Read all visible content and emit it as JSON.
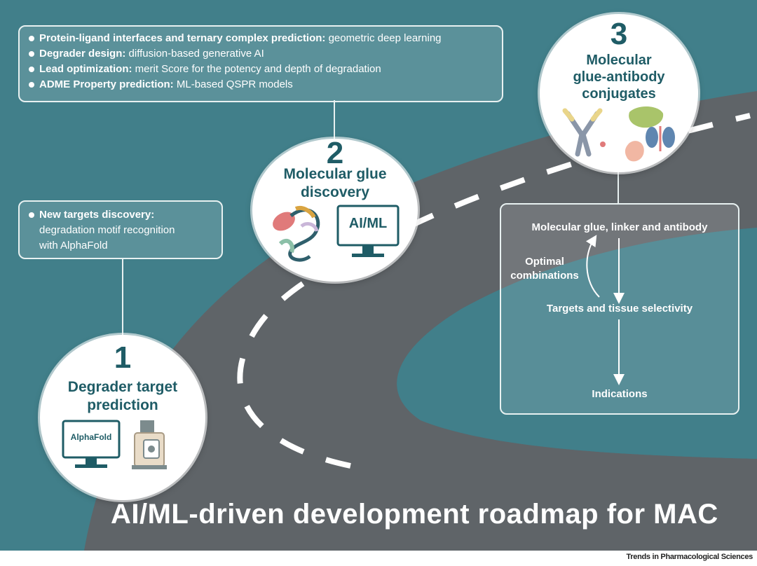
{
  "title": "AI/ML-driven development roadmap for MAC",
  "credit": "Trends in Pharmacological Sciences",
  "colors": {
    "background": "#417f8a",
    "road": "#5f6468",
    "accent_dark": "#1f5c66",
    "line": "#e8f1f1"
  },
  "stage1": {
    "number": "1",
    "title_line1": "Degrader target",
    "title_line2": "prediction",
    "monitor_label": "AlphaFold",
    "bullet": {
      "bold": "New targets discovery:",
      "text_line2": "degradation motif recognition",
      "text_line3": "with AlphaFold"
    }
  },
  "stage2": {
    "number": "2",
    "title_line1": "Molecular glue",
    "title_line2": "discovery",
    "monitor_label": "AI/ML",
    "bullets": [
      {
        "bold": "Protein-ligand interfaces and ternary complex prediction:",
        "text": " geometric deep learning"
      },
      {
        "bold": "Degrader design:",
        "text": " diffusion-based generative AI"
      },
      {
        "bold": "Lead optimization:",
        "text": " merit Score for the potency and depth of degradation"
      },
      {
        "bold": "ADME Property prediction:",
        "text": " ML-based QSPR models"
      }
    ]
  },
  "stage3": {
    "number": "3",
    "title_line1": "Molecular",
    "title_line2": "glue-antibody",
    "title_line3": "conjugates",
    "icons": [
      "antibody-icon",
      "liver-icon",
      "kidney-icon",
      "tumor-organ-icon"
    ],
    "flow": {
      "top": "Molecular glue, linker and antibody",
      "loop_line1": "Optimal",
      "loop_line2": "combinations",
      "middle": "Targets and tissue selectivity",
      "bottom": "Indications"
    }
  }
}
